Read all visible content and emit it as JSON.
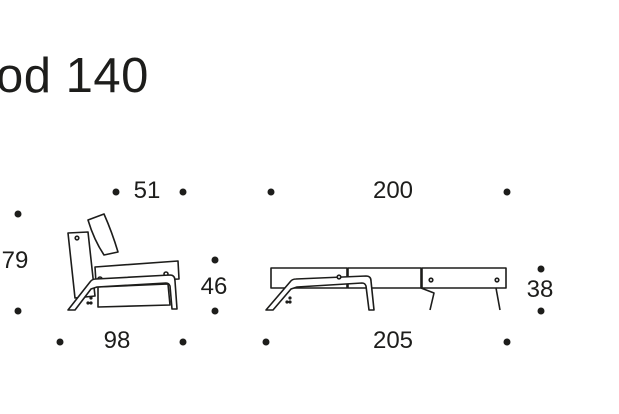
{
  "title": "od 140",
  "dimensions": {
    "seat_depth": "51",
    "height": "79",
    "seat_height": "46",
    "depth": "98",
    "bed_length": "200",
    "bed_height": "38",
    "total_length": "205"
  },
  "colors": {
    "ink": "#1d1d1b",
    "background": "#ffffff"
  }
}
